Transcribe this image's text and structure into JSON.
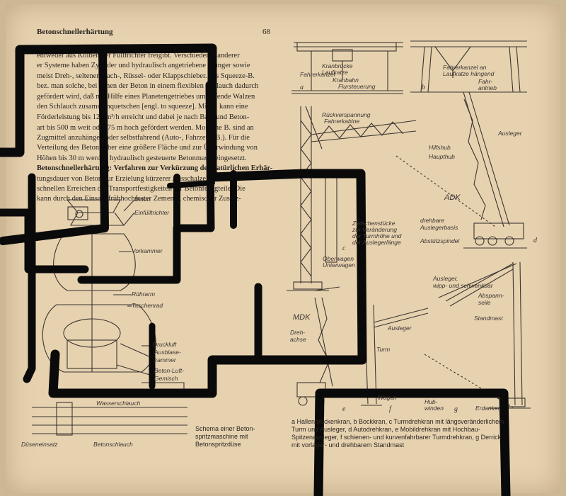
{
  "page": {
    "heading": "Betonschnellerhärtung",
    "page_number": "68"
  },
  "text_lines": [
    "entweder aus Kolben der Fülltrichter freigibt. Verschiedener anderer",
    "er Systeme haben Zylinder und hydraulisch angetriebene Plunger sowie",
    "meist Dreh-, seltener Flach-, Rüssel- oder Klappschieber. Als Squeeze-B.",
    "bez. man solche, bei denen der Beton in einem flexiblen Schlauch dadurch",
    "gefördert wird, daß mit Hilfe eines Planetengetriebes umlaufende Walzen",
    "den Schlauch zusammenquetschen [engl. to squeeze]. Mit B. kann eine",
    "Förderleistung bis 120 m³/h erreicht und dabei je nach Bau- und Beton-",
    "art bis 500 m weit oder 75 m hoch gefördert werden. Moderne B. sind an",
    "Zugmittel anzuhängen oder selbstfahrend (Auto-, Fahrzeug-B.). Für die",
    "Verteilung des Betons über eine größere Fläche und zur Überwindung von",
    "Höhen bis 30 m werden hydraulisch gesteuerte Betonmaste eingesetzt.",
    "Betonschnellerhärtung: Verfahren zur Verkürzung der natürlichen Erhär-",
    "tungsdauer von Beton zur Erzielung kürzerer Ausschalzeiten und zur",
    "schnellen Erreichen der Transportfestigkeiten für Betonfertigteile. Die",
    "kann durch den Einsatz frühhochfester Zemente, chemischer Zusatz-"
  ],
  "left_figure": {
    "labels": [
      "Beton",
      "Einfülltrichter",
      "Vorkammer",
      "Rührarm",
      "Taschenrad",
      "Druckluft",
      "Ausblase-",
      "kammer",
      "Beton-Luft-",
      "Gemisch",
      "Wasserschlauch",
      "Düseneinsatz",
      "Betonschlauch"
    ],
    "caption": [
      "Schema einer Beton-",
      "spritzmaschine mit",
      "Betonspritzdüse"
    ]
  },
  "right_figure": {
    "labels": [
      "Kranbrücke",
      "Laufkatze",
      "Fahrerkanzel",
      "Kranbahn",
      "Flursteuerung",
      "Fahrerkanzel an",
      "Laufkatze hängend",
      "Fahr-",
      "antrieb",
      "Rückverspannung",
      "Fahrerkabine",
      "Ausleger",
      "Hilfshub",
      "Haupthub",
      "ADK",
      "drehbare",
      "Auslegerbasis",
      "Abstützspindel",
      "Zwischenstücke",
      "zur Veränderung",
      "der Turmhöhe und",
      "der Auslegerlänge",
      "Oberwagen",
      "Unterwagen",
      "MDK",
      "Dreh-",
      "achse",
      "Ausleger",
      "Turm",
      "Ausleger,",
      "wipp- und schwenkbar",
      "Abspann-",
      "seile",
      "Standmast",
      "Hub-",
      "winden",
      "Erdanker",
      "Wagen"
    ],
    "letters": [
      "a",
      "b",
      "c",
      "d",
      "e",
      "f",
      "g"
    ],
    "caption": [
      "a Hallenbrückenkran, b Bockkran, c Turmdrehkran mit längsveränderlichem",
      "Turm und Ausleger, d Autodrehkran, e Mobildrehkran mit Hochbau-",
      "Spitzenausleger, f schienen- und kurvenfahrbarer Turmdrehkran, g Derrick",
      "mit vorlager- und drehbarem Standmast"
    ]
  },
  "colors": {
    "paper": "#e7d2b0",
    "ink": "#2a2620",
    "paint": "#0b0a0a"
  }
}
